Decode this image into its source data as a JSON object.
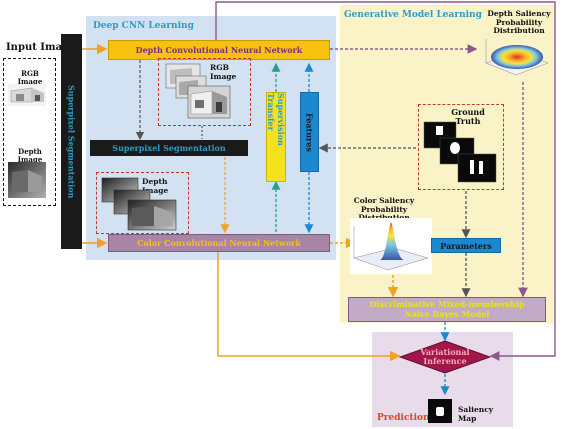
{
  "input": {
    "title": "Input Image",
    "rgb_label": "RGB Image",
    "depth_label": "Depth Image"
  },
  "superpixel_vertical": "Superpixel Segmentation",
  "cnn": {
    "title": "Deep CNN Learning",
    "depth_network": "Depth Convolutional Neural Network",
    "color_network": "Color Convolutional Neural Network",
    "superpixel_box": "Superpixel Segmentation",
    "rgb_image_label": "RGB Image",
    "depth_image_label": "Depth Image",
    "supervision_transfer": "Supervision Transfer",
    "features_box": "Features"
  },
  "generative": {
    "title": "Generative Model Learning",
    "depth_prob_label": "Depth Saliency Probability Distribution",
    "ground_truth_label": "Ground Truth",
    "color_prob_label": "Color Saliency Probability Distribution",
    "parameters_box": "Parameters",
    "dmnb_model": "Discriminative Mixed-membership Naive Bayes Model"
  },
  "inference": {
    "variational": "Variational Inference",
    "prediction": "Prediction",
    "saliency_map_label": "Saliency Map"
  },
  "colors": {
    "cnn_region": "#d2e2f2",
    "generative_region": "#fbf3c8",
    "inference_region": "#e8dcea",
    "depth_network_box": "#f6c20e",
    "color_network_box": "#a985a5",
    "dark_bar": "#1a1a1a",
    "supervision_box": "#f5e21e",
    "features_box": "#1c88cf",
    "parameters_box": "#1c88cf",
    "dmnb_box": "#c2abc6",
    "variational_diamond": "#a0174c",
    "accent_title": "#2f9bc8",
    "prediction_title": "#e0432a"
  }
}
